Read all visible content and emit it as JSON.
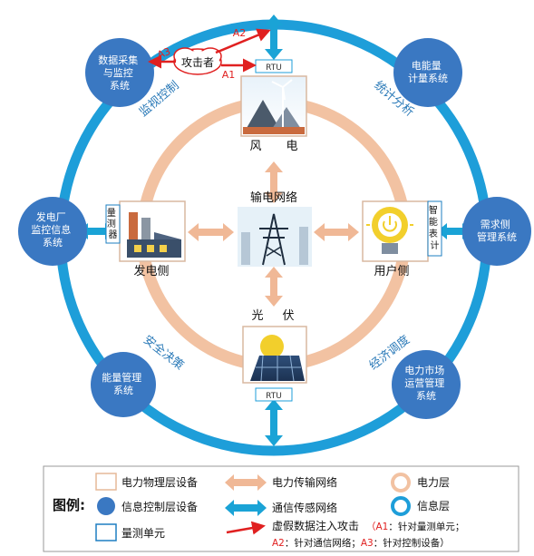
{
  "colors": {
    "info_ring": "#1e9ed9",
    "power_ring": "#f2c2a2",
    "node_fill": "#3a78c2",
    "attack": "#e02020",
    "legend_border": "#999999",
    "text_blue": "#2b7ab8"
  },
  "info_nodes": {
    "data_acq": "数据采集与监控系统",
    "energy_meter": "电能量计量系统",
    "plant_monitor": "发电厂监控信息系统",
    "demand_side": "需求侧管理系统",
    "energy_mgmt": "能量管理系统",
    "market": "电力市场运营管理系统"
  },
  "ring_labels": {
    "monitor": "监视控制",
    "stats": "统计分析",
    "security": "安全决策",
    "economy": "经济调度"
  },
  "power_nodes": {
    "wind_1": "风",
    "wind_2": "电",
    "grid": "输电网络",
    "gen_side": "发电侧",
    "user_side": "用户侧",
    "pv_1": "光",
    "pv_2": "伏",
    "meter_gen": "量测器",
    "meter_user": "智能表计"
  },
  "rtu": {
    "top": "RTU",
    "bottom": "RTU"
  },
  "attack": {
    "attacker": "攻击者",
    "a1": "A1",
    "a2": "A2",
    "a3": "A3"
  },
  "legend": {
    "title": "图例:",
    "physical_device": "电力物理层设备",
    "info_device": "信息控制层设备",
    "meter_unit": "量测单元",
    "power_network": "电力传输网络",
    "comm_network": "通信传感网络",
    "fdi_attack": "虚假数据注入攻击",
    "a1_key": "（A1",
    "a1_desc": "：针对量测单元；",
    "a2_key": "A2",
    "a2_desc": "：针对通信网络；",
    "a3_key": "A3",
    "a3_desc": "：针对控制设备）",
    "power_layer": "电力层",
    "info_layer": "信息层"
  }
}
